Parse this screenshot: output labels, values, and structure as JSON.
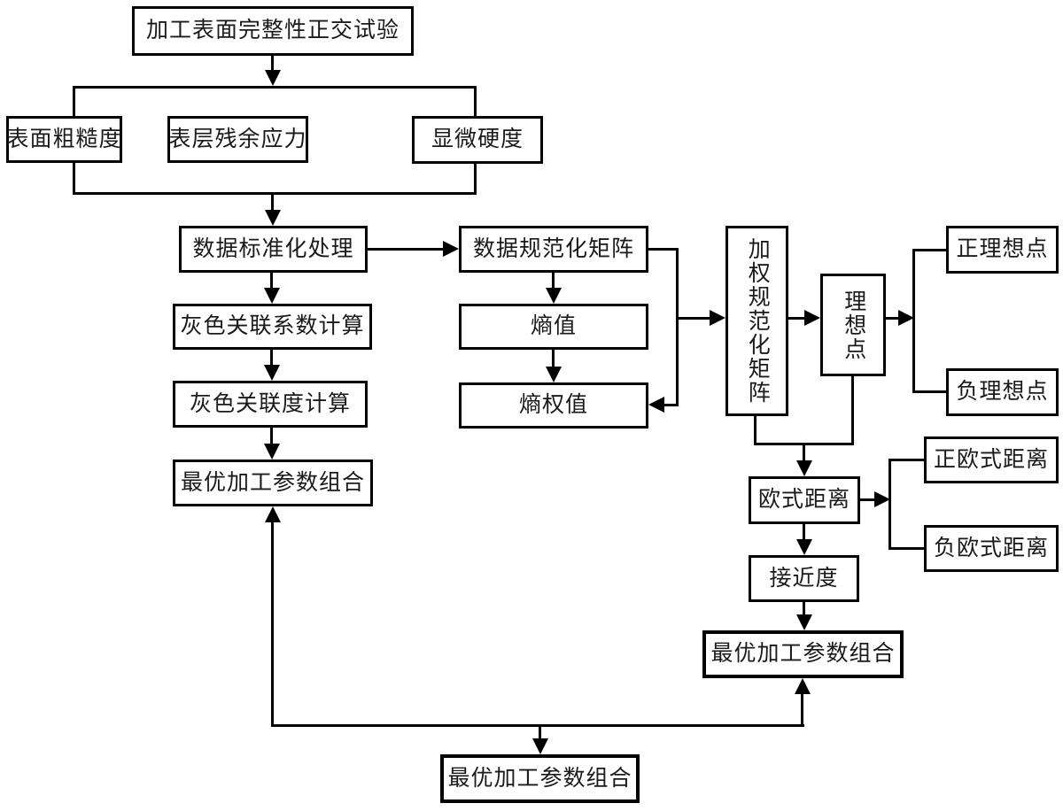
{
  "diagram": {
    "type": "flowchart",
    "colors": {
      "background": "#ffffff",
      "line": "#000000",
      "text": "#1a1a1a"
    },
    "nodes": {
      "orthogonal_test": "加工表面完整性正交试验",
      "surface_roughness": "表面粗糙度",
      "residual_stress": "表层残余应力",
      "micro_hardness": "显微硬度",
      "data_standardization": "数据标准化处理",
      "grey_relational_coefficient": "灰色关联系数计算",
      "grey_relational_degree": "灰色关联度计算",
      "optimal_params_grey": "最优加工参数组合",
      "data_normalization_matrix": "数据规范化矩阵",
      "entropy_value": "熵值",
      "entropy_weight": "熵权值",
      "weighted_normalization_matrix": "加权规范化矩阵",
      "ideal_point": "理想点",
      "positive_ideal_point": "正理想点",
      "negative_ideal_point": "负理想点",
      "euclidean_distance": "欧式距离",
      "positive_euclidean_distance": "正欧式距离",
      "negative_euclidean_distance": "负欧式距离",
      "closeness_degree": "接近度",
      "optimal_params_topsis": "最优加工参数组合",
      "optimal_params_final": "最优加工参数组合"
    }
  }
}
